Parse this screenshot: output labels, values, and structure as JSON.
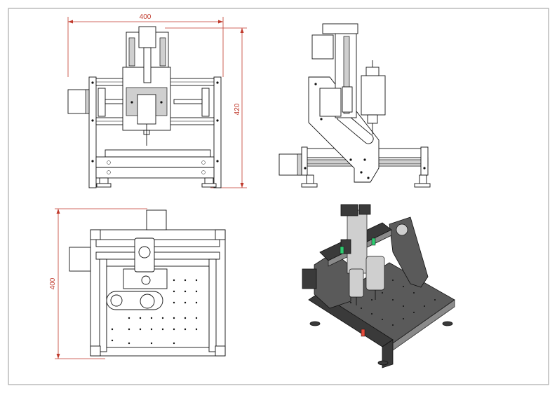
{
  "dimensions": {
    "front_width": "400",
    "front_height": "420",
    "top_depth": "400"
  },
  "colors": {
    "dimension": "#c0392b",
    "line": "#111111",
    "frame": "#999999"
  }
}
